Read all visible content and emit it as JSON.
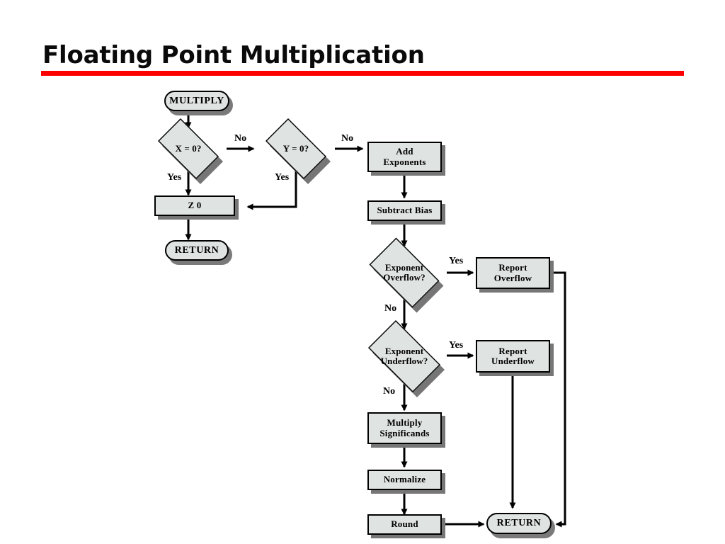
{
  "header": {
    "title": "Floating Point Multiplication",
    "rule_color": "#ff0000"
  },
  "theme": {
    "node_fill": "#dfe3e1",
    "node_border": "#000000",
    "shadow": "#767676",
    "background": "#ffffff",
    "text": "#000000"
  },
  "diagram": {
    "type": "flowchart",
    "title": "Floating Point Multiplication",
    "nodes": [
      {
        "id": "start",
        "shape": "terminator",
        "label": "MULTIPLY"
      },
      {
        "id": "x_zero",
        "shape": "decision",
        "label": "X = 0?"
      },
      {
        "id": "y_zero",
        "shape": "decision",
        "label": "Y = 0?"
      },
      {
        "id": "z_zero",
        "shape": "process",
        "label": "Z        0"
      },
      {
        "id": "return_left",
        "shape": "terminator",
        "label": "RETURN"
      },
      {
        "id": "add_exp",
        "shape": "process",
        "label_line1": "Add",
        "label_line2": "Exponents"
      },
      {
        "id": "sub_bias",
        "shape": "process",
        "label": "Subtract Bias"
      },
      {
        "id": "exp_over",
        "shape": "decision",
        "label_line1": "Exponent",
        "label_line2": "Overflow?"
      },
      {
        "id": "rep_over",
        "shape": "process",
        "label_line1": "Report",
        "label_line2": "Overflow"
      },
      {
        "id": "exp_under",
        "shape": "decision",
        "label_line1": "Exponent",
        "label_line2": "Underflow?"
      },
      {
        "id": "rep_under",
        "shape": "process",
        "label_line1": "Report",
        "label_line2": "Underflow"
      },
      {
        "id": "mul_sig",
        "shape": "process",
        "label_line1": "Multiply",
        "label_line2": "Significands"
      },
      {
        "id": "normalize",
        "shape": "process",
        "label": "Normalize"
      },
      {
        "id": "round",
        "shape": "process",
        "label": "Round"
      },
      {
        "id": "return_main",
        "shape": "terminator",
        "label": "RETURN"
      }
    ],
    "edge_labels": {
      "x_zero_no": "No",
      "x_zero_yes": "Yes",
      "y_zero_no": "No",
      "y_zero_yes": "Yes",
      "exp_over_yes": "Yes",
      "exp_over_no": "No",
      "exp_under_yes": "Yes",
      "exp_under_no": "No"
    }
  }
}
